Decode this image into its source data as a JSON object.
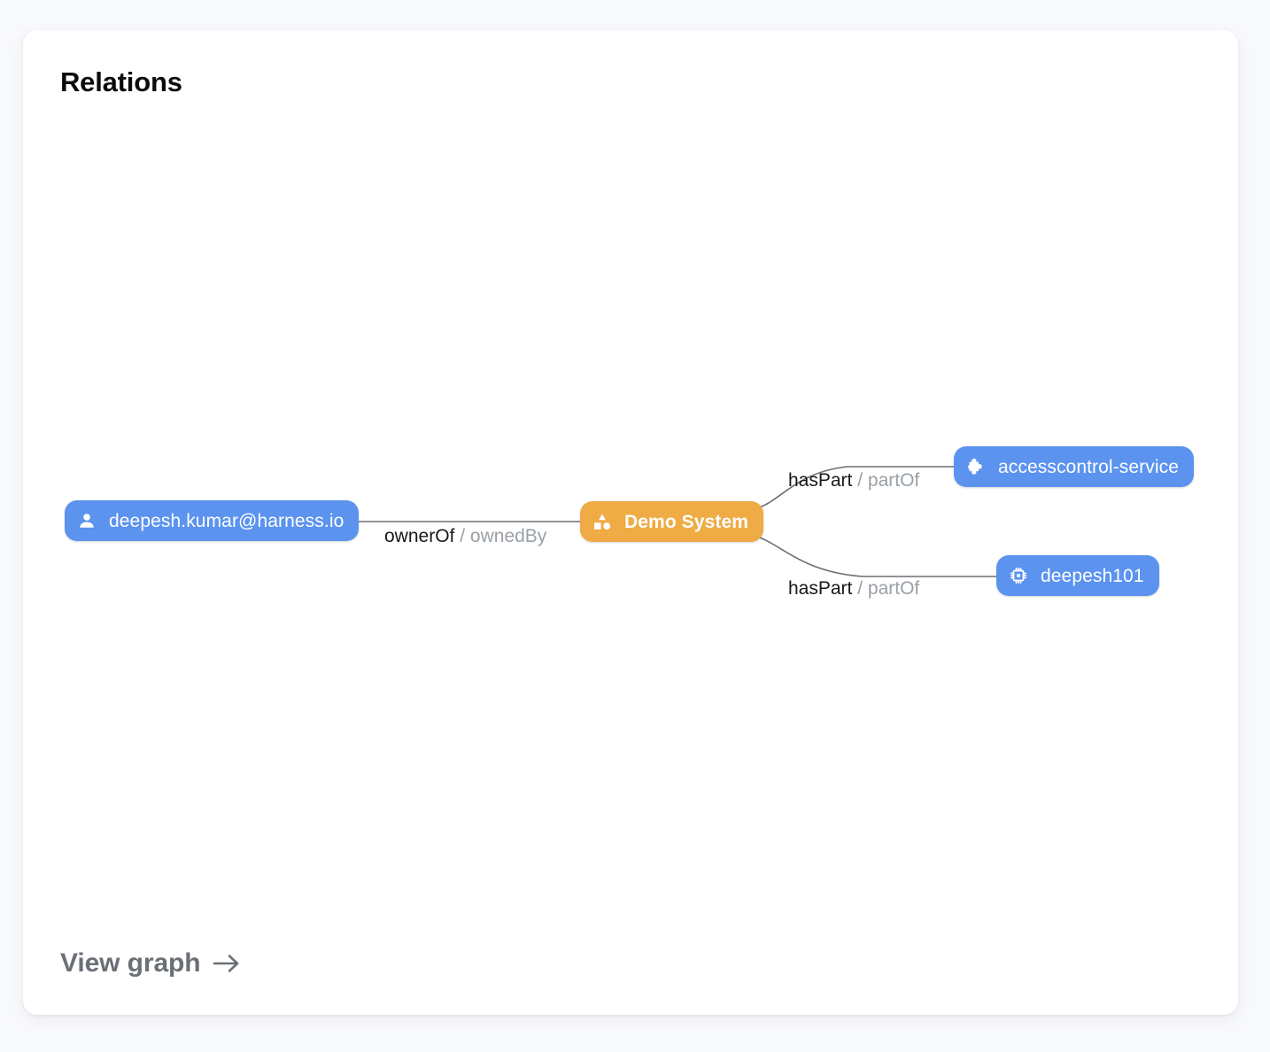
{
  "card": {
    "title": "Relations"
  },
  "graph": {
    "nodes": [
      {
        "id": "user",
        "label": "deepesh.kumar@harness.io",
        "kind": "user",
        "icon": "person-icon",
        "color": "#5b93ef",
        "text_color": "#ffffff"
      },
      {
        "id": "system",
        "label": "Demo System",
        "kind": "system",
        "icon": "system-shapes-icon",
        "color": "#efab44",
        "text_color": "#ffffff"
      },
      {
        "id": "component",
        "label": "accesscontrol-service",
        "kind": "component",
        "icon": "puzzle-piece-icon",
        "color": "#5b93ef",
        "text_color": "#ffffff"
      },
      {
        "id": "resource",
        "label": "deepesh101",
        "kind": "resource",
        "icon": "cpu-chip-icon",
        "color": "#5b93ef",
        "text_color": "#ffffff"
      }
    ],
    "edges": [
      {
        "id": "ownerof",
        "source": "user",
        "target": "system",
        "forward": "ownerOf",
        "separator": "/",
        "reverse": "ownedBy"
      },
      {
        "id": "haspart1",
        "source": "system",
        "target": "component",
        "forward": "hasPart",
        "separator": "/",
        "reverse": "partOf"
      },
      {
        "id": "haspart2",
        "source": "system",
        "target": "resource",
        "forward": "hasPart",
        "separator": "/",
        "reverse": "partOf"
      }
    ],
    "edge_color": "#6b6f76"
  },
  "footer": {
    "view_graph_label": "View graph",
    "arrow_icon": "arrow-right-icon"
  }
}
